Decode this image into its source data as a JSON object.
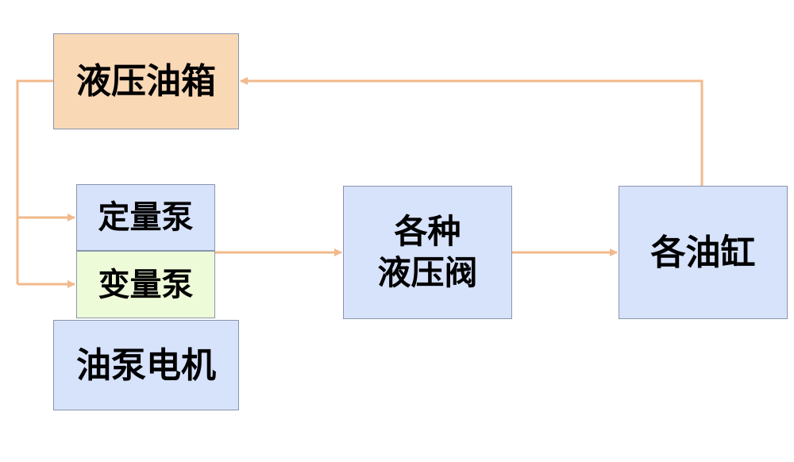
{
  "diagram": {
    "nodes": {
      "tank": {
        "label": "液压油箱"
      },
      "fixed_pump": {
        "label": "定量泵"
      },
      "variable_pump": {
        "label": "变量泵"
      },
      "motor": {
        "label": "油泵电机"
      },
      "valves": {
        "label_line1": "各种",
        "label_line2": "液压阀"
      },
      "cylinders": {
        "label": "各油缸"
      }
    },
    "edges": [
      {
        "from": "tank",
        "to": "fixed_pump"
      },
      {
        "from": "tank",
        "to": "variable_pump"
      },
      {
        "from": "fixed_pump",
        "to": "valves"
      },
      {
        "from": "valves",
        "to": "cylinders"
      },
      {
        "from": "cylinders",
        "to": "tank"
      }
    ],
    "colors": {
      "arrow": "#f2b98c",
      "tank_fill": "#f9d8b6",
      "node_fill": "#d7e2fb",
      "variable_pump_fill": "#eefbd8",
      "border": "#8a96ad"
    }
  }
}
